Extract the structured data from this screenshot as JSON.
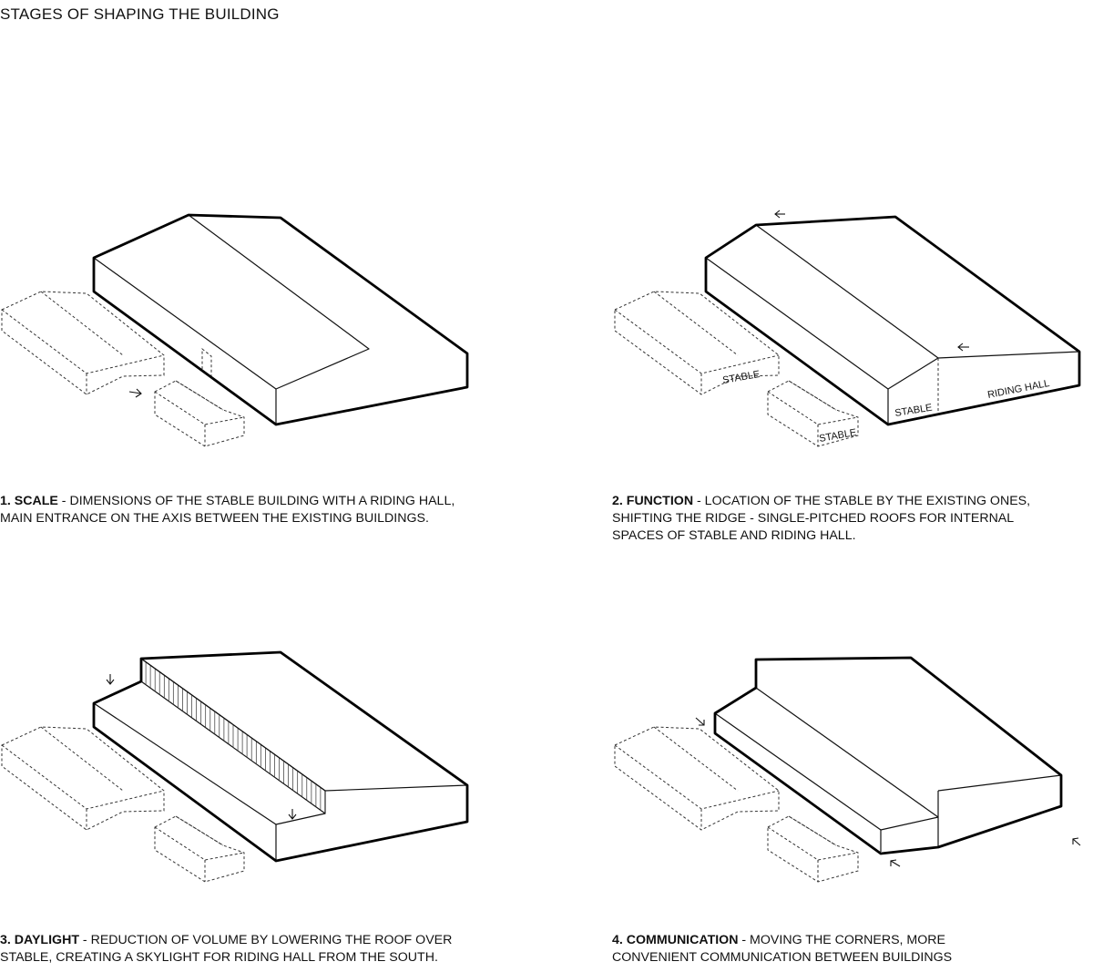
{
  "title": "STAGES OF SHAPING THE BUILDING",
  "stages": [
    {
      "heading": "1. SCALE",
      "text": " - DIMENSIONS OF THE STABLE BUILDING WITH A RIDING HALL,",
      "text2": "MAIN ENTRANCE ON THE AXIS BETWEEN THE  EXISTING BUILDINGS."
    },
    {
      "heading": "2. FUNCTION",
      "text": " - LOCATION OF THE STABLE BY THE EXISTING ONES,",
      "text2": "SHIFTING THE RIDGE - SINGLE-PITCHED ROOFS FOR INTERNAL",
      "text3": "SPACES OF STABLE AND RIDING HALL."
    },
    {
      "heading": "3. DAYLIGHT",
      "text": " - REDUCTION OF VOLUME BY LOWERING THE ROOF OVER",
      "text2": "STABLE, CREATING A SKYLIGHT FOR RIDING HALL FROM THE SOUTH."
    },
    {
      "heading": "4. COMMUNICATION",
      "text": " - MOVING THE CORNERS, MORE",
      "text2": "CONVENIENT COMMUNICATION BETWEEN BUILDINGS"
    }
  ],
  "labels": {
    "stable_existing_1": "STABLE",
    "stable_existing_2": "STABLE",
    "stable_new": "STABLE",
    "riding_hall": "RIDING HALL"
  }
}
